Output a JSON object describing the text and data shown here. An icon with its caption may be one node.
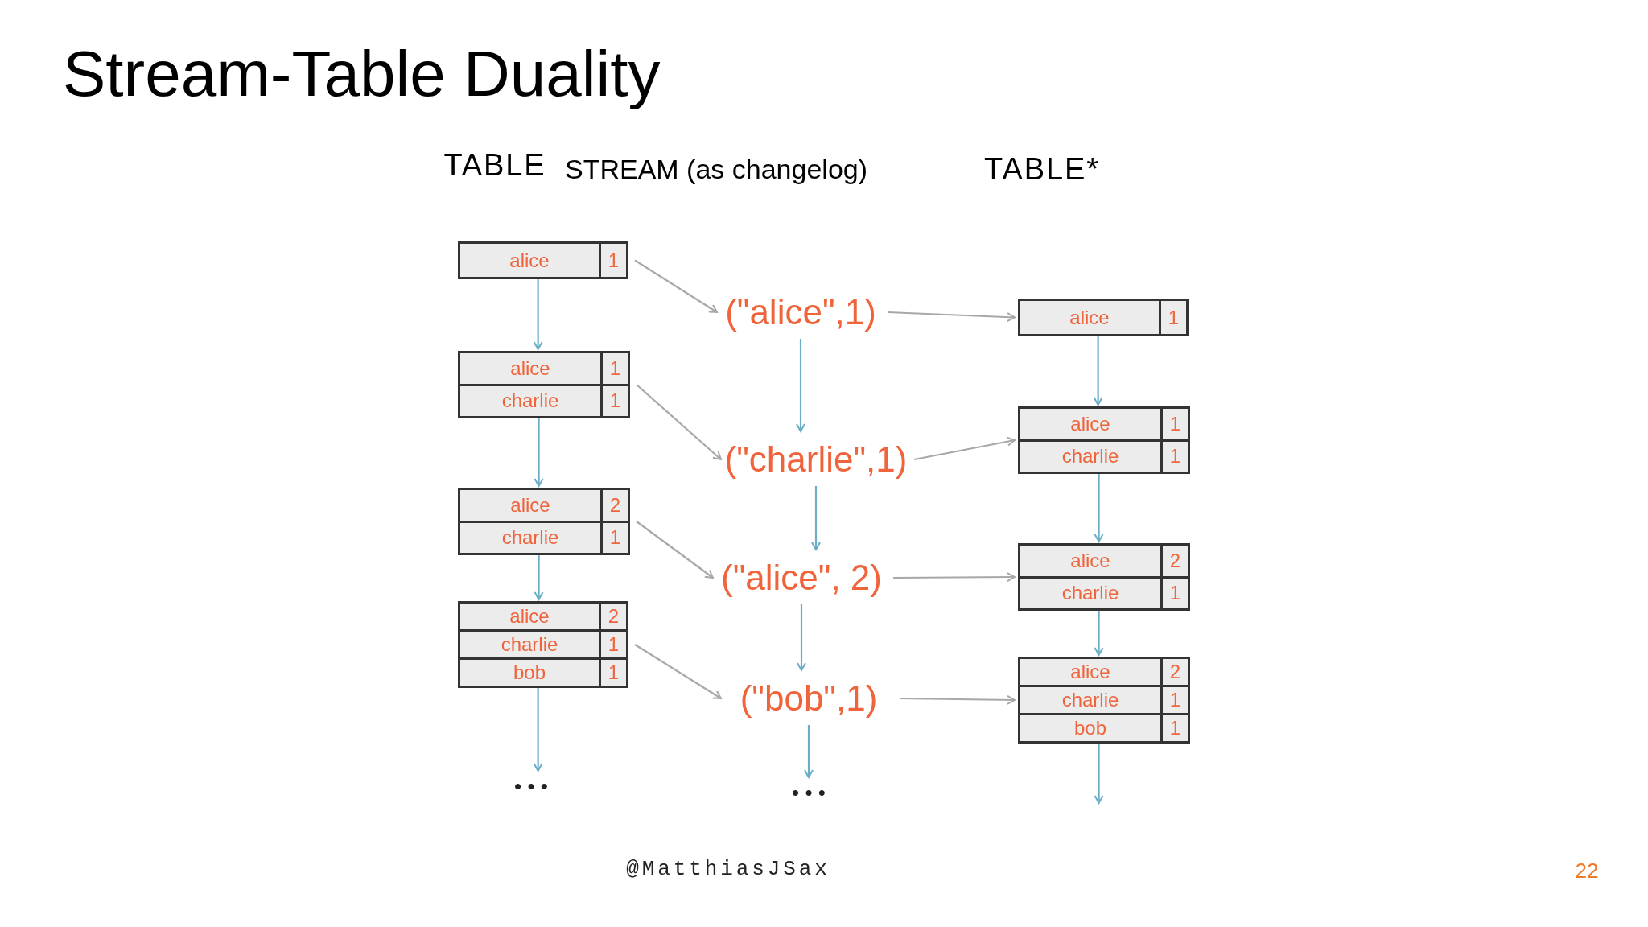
{
  "diagram": {
    "title": "Stream-Table Duality",
    "nodes": [
      {
        "text": [
          "alice",
          "1"
        ]
      },
      {
        "text": [
          "alice",
          "1",
          "charlie",
          "1"
        ]
      },
      {
        "text": [
          "alice",
          "2",
          "charlie",
          "1"
        ]
      },
      {
        "text": [
          "alice",
          "2",
          "charlie",
          "1",
          "bob",
          "1"
        ]
      },
      {
        "text": [
          "• • •"
        ]
      },
      {
        "text": [
          "(\"alice\",1)"
        ]
      },
      {
        "text": [
          "(\"charlie\",1)"
        ]
      },
      {
        "text": [
          "(\"alice\", 2)"
        ]
      },
      {
        "text": [
          "(\"bob\",1)"
        ]
      },
      {
        "text": [
          "• • •"
        ]
      },
      {
        "text": [
          "alice",
          "1"
        ]
      },
      {
        "text": [
          "alice",
          "1",
          "charlie",
          "1"
        ]
      },
      {
        "text": [
          "alice",
          "2",
          "charlie",
          "1"
        ]
      },
      {
        "text": [
          "alice",
          "2",
          "charlie",
          "1",
          "bob",
          "1"
        ]
      }
    ],
    "edges": [
      {
        "from": 0,
        "to": 1,
        "arrow": "to"
      },
      {
        "from": 1,
        "to": 2,
        "arrow": "to"
      },
      {
        "from": 2,
        "to": 3,
        "arrow": "to"
      },
      {
        "from": 3,
        "to": 4,
        "arrow": "to"
      },
      {
        "from": 0,
        "to": 5,
        "arrow": "to",
        "color": "#a8a8a8"
      },
      {
        "from": 1,
        "to": 6,
        "arrow": "to",
        "color": "#a8a8a8"
      },
      {
        "from": 2,
        "to": 7,
        "arrow": "to",
        "color": "#a8a8a8"
      },
      {
        "from": 3,
        "to": 8,
        "arrow": "to",
        "color": "#a8a8a8"
      },
      {
        "from": 5,
        "to": 6,
        "arrow": "to"
      },
      {
        "from": 6,
        "to": 7,
        "arrow": "to"
      },
      {
        "from": 7,
        "to": 8,
        "arrow": "to"
      },
      {
        "from": 8,
        "to": 9,
        "arrow": "to"
      },
      {
        "from": 5,
        "to": 10,
        "arrow": "to",
        "color": "#a8a8a8"
      },
      {
        "from": 6,
        "to": 11,
        "arrow": "to",
        "color": "#a8a8a8"
      },
      {
        "from": 7,
        "to": 12,
        "arrow": "to",
        "color": "#a8a8a8"
      },
      {
        "from": 8,
        "to": 13,
        "arrow": "to",
        "color": "#a8a8a8"
      },
      {
        "from": 10,
        "to": 11,
        "arrow": "to"
      },
      {
        "from": 11,
        "to": 12,
        "arrow": "to"
      },
      {
        "from": 12,
        "to": 13,
        "arrow": "to"
      },
      {
        "from": 13,
        "to": null,
        "arrow": "to"
      }
    ],
    "labels": [
      "TABLE",
      "STREAM (as changelog)",
      "TABLE*",
      "@MatthiasJSax",
      "22"
    ]
  }
}
